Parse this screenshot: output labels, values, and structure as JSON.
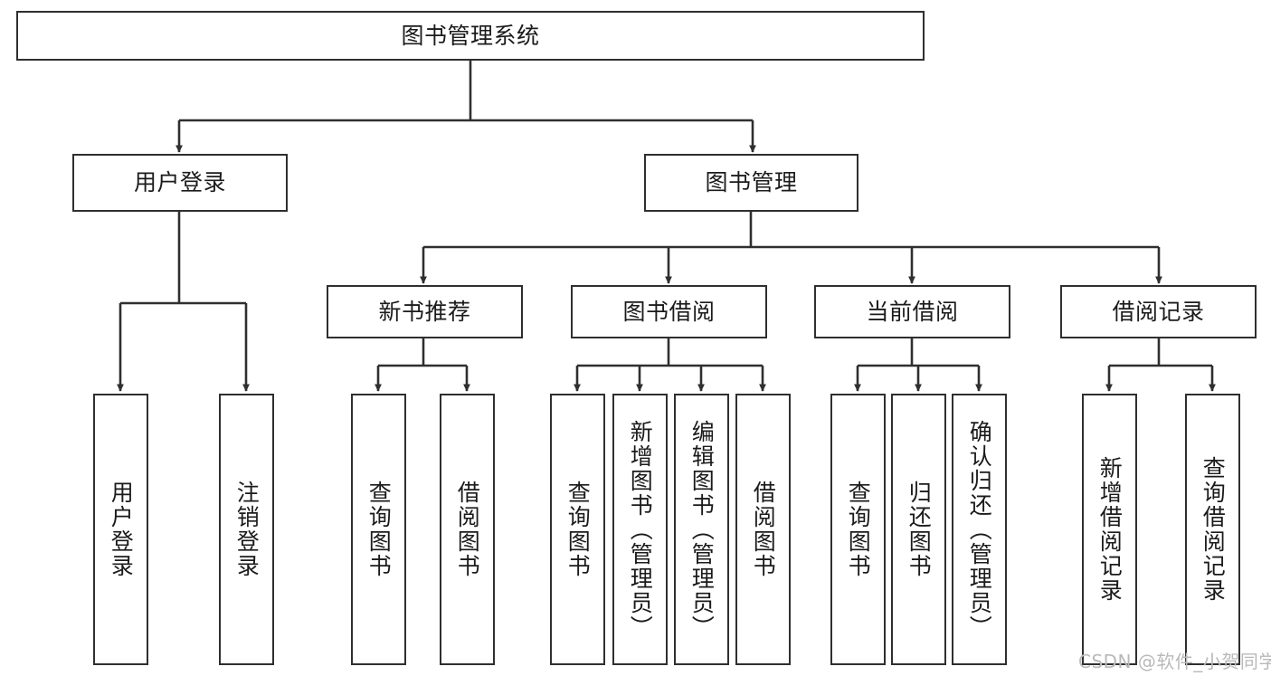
{
  "diagram": {
    "title": "图书管理系统",
    "type": "tree-hierarchy-diagram",
    "colors": {
      "box_border": "#2f2f2f",
      "box_fill": "#ffffff",
      "edge": "#2f2f2f",
      "text": "#1b1b1b",
      "watermark": "#b9b9b9"
    }
  },
  "nodes": {
    "root": {
      "label": "图书管理系统"
    },
    "level2": [
      {
        "label": "用户登录"
      },
      {
        "label": "图书管理"
      }
    ],
    "level3": [
      {
        "label": "新书推荐"
      },
      {
        "label": "图书借阅"
      },
      {
        "label": "当前借阅"
      },
      {
        "label": "借阅记录"
      }
    ],
    "leaves": {
      "user_login": [
        {
          "label": "用户登录"
        },
        {
          "label": "注销登录"
        }
      ],
      "new_book_recommend": [
        {
          "label": "查询图书"
        },
        {
          "label": "借阅图书"
        }
      ],
      "book_borrow": [
        {
          "label": "查询图书"
        },
        {
          "label": "新增图书（管理员）"
        },
        {
          "label": "编辑图书（管理员）"
        },
        {
          "label": "借阅图书"
        }
      ],
      "current_borrow": [
        {
          "label": "查询图书"
        },
        {
          "label": "归还图书"
        },
        {
          "label": "确认归还（管理员）"
        }
      ],
      "borrow_record": [
        {
          "label": "新增借阅记录"
        },
        {
          "label": "查询借阅记录"
        }
      ]
    }
  },
  "watermark": {
    "text": "CSDN @软件_小贺同学"
  }
}
